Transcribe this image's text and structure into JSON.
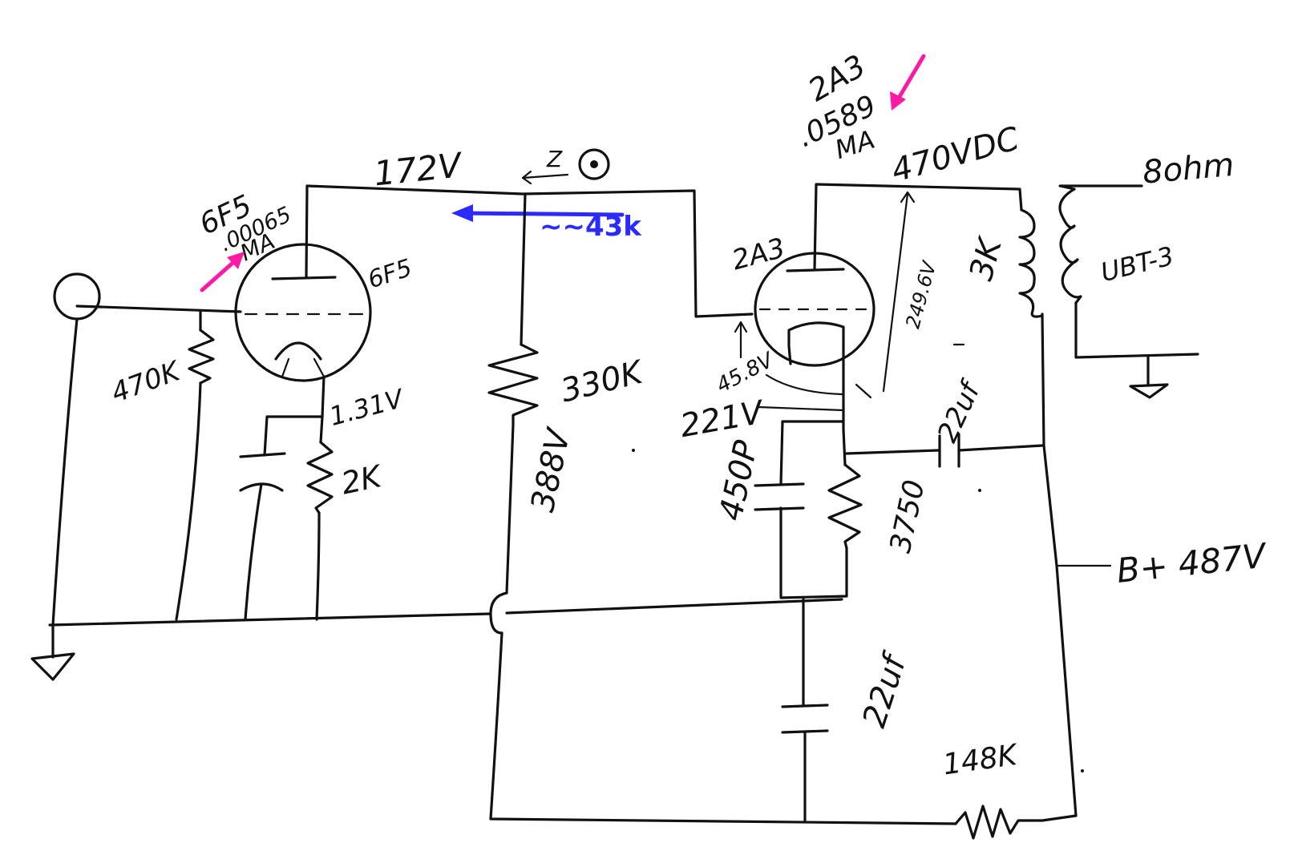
{
  "colors": {
    "ink": "#111111",
    "accent_blue": "#2b2bff",
    "accent_magenta": "#ff1aa6"
  },
  "labels": {
    "tube1_name_top": "6F5",
    "tube1_current_value": ".00065",
    "tube1_current_unit": "MA",
    "tube1_name_side": "6F5",
    "r_470k": "470K",
    "v_131": "1.31V",
    "r_2k": "2K",
    "v_172": "172V",
    "z_symbol": "Z",
    "z_value": "~~43k",
    "r_330k": "330K",
    "v_388": "388V",
    "tube2_name_top": "2A3",
    "tube2_current_value": ".0589",
    "tube2_current_unit": "MA",
    "tube2_name_side": "2A3",
    "v_470": "470VDC",
    "v_249": "249.6V",
    "r_3k": "3K",
    "v_458": "45.8V",
    "v_221": "221V",
    "c_450p": "450P",
    "r_3750": "3750",
    "c_22uf_top": "22uf",
    "c_22uf_bottom": "22uf",
    "r_148k": "148K",
    "bplus": "B+ 487V",
    "out_8ohm": "8ohm",
    "transformer": "UBT-3"
  },
  "icons": [
    "input-jack-icon",
    "ground-icon",
    "vacuum-tube-icon",
    "resistor-icon",
    "capacitor-icon",
    "transformer-icon",
    "arrow-icon"
  ]
}
